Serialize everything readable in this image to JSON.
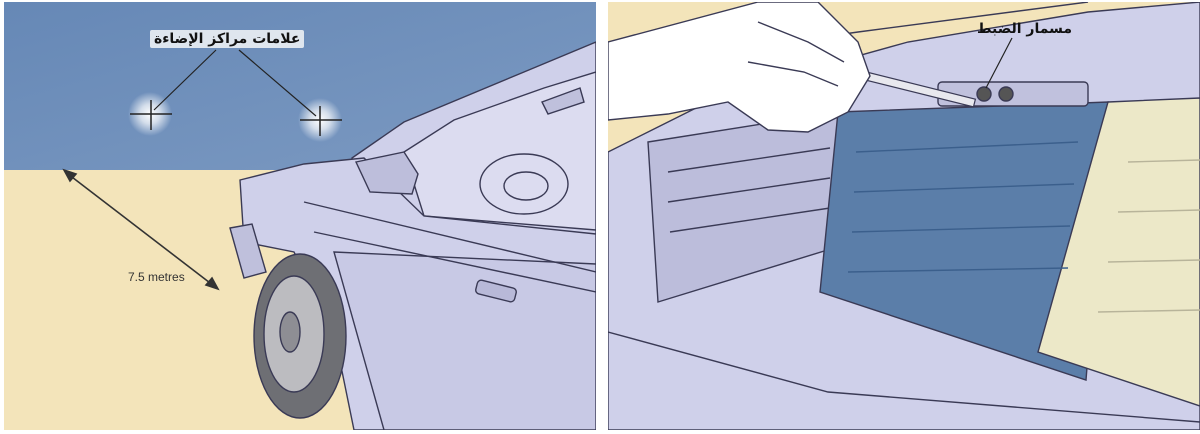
{
  "left_panel": {
    "headlamp_marks_label": "علامات مراكز الإضاءة",
    "distance_label": "7.5 metres"
  },
  "right_panel": {
    "adjusting_screw_label": "مسمار الضبط"
  },
  "colors": {
    "wall": "#6f8fb9",
    "ground": "#f3e4ba",
    "car_body": "#cfd0ea",
    "outline": "#3a3a55",
    "lens_blue": "#5b7ea9",
    "lens_cream": "#ece8c8"
  }
}
